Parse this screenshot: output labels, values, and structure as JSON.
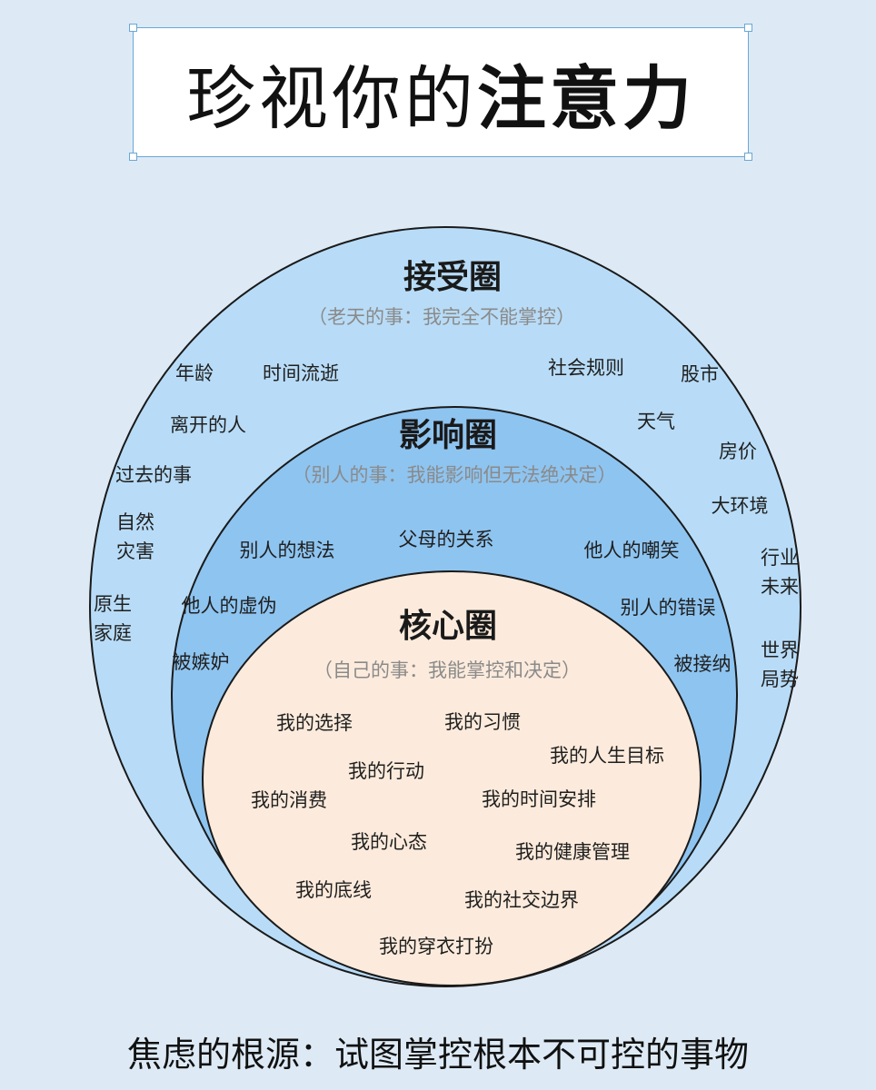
{
  "title": {
    "light": "珍视你的",
    "bold": "注意力"
  },
  "colors": {
    "background": "#ddeaf5",
    "accept_fill": "#b8dcf7",
    "influence_fill": "#8ec4f0",
    "core_fill": "#fcebdc",
    "stroke": "#1a1a1a"
  },
  "accept": {
    "heading": "接受圈",
    "subtitle": "（老天的事：我完全不能掌控）",
    "items": [
      "年龄",
      "时间流逝",
      "社会规则",
      "股市",
      "离开的人",
      "天气",
      "房价",
      "过去的事",
      "大环境",
      "自然\n灾害",
      "行业\n未来",
      "原生\n家庭",
      "世界\n局势"
    ]
  },
  "influence": {
    "heading": "影响圈",
    "subtitle": "（别人的事：我能影响但无法绝决定）",
    "items": [
      "别人的想法",
      "父母的关系",
      "他人的嘲笑",
      "他人的虚伪",
      "别人的错误",
      "被嫉妒",
      "被接纳"
    ]
  },
  "core": {
    "heading": "核心圈",
    "subtitle": "（自己的事：我能掌控和决定）",
    "items": [
      "我的选择",
      "我的习惯",
      "我的人生目标",
      "我的行动",
      "我的消费",
      "我的时间安排",
      "我的心态",
      "我的健康管理",
      "我的底线",
      "我的社交边界",
      "我的穿衣打扮"
    ]
  },
  "footer": "焦虑的根源：试图掌控根本不可控的事物"
}
